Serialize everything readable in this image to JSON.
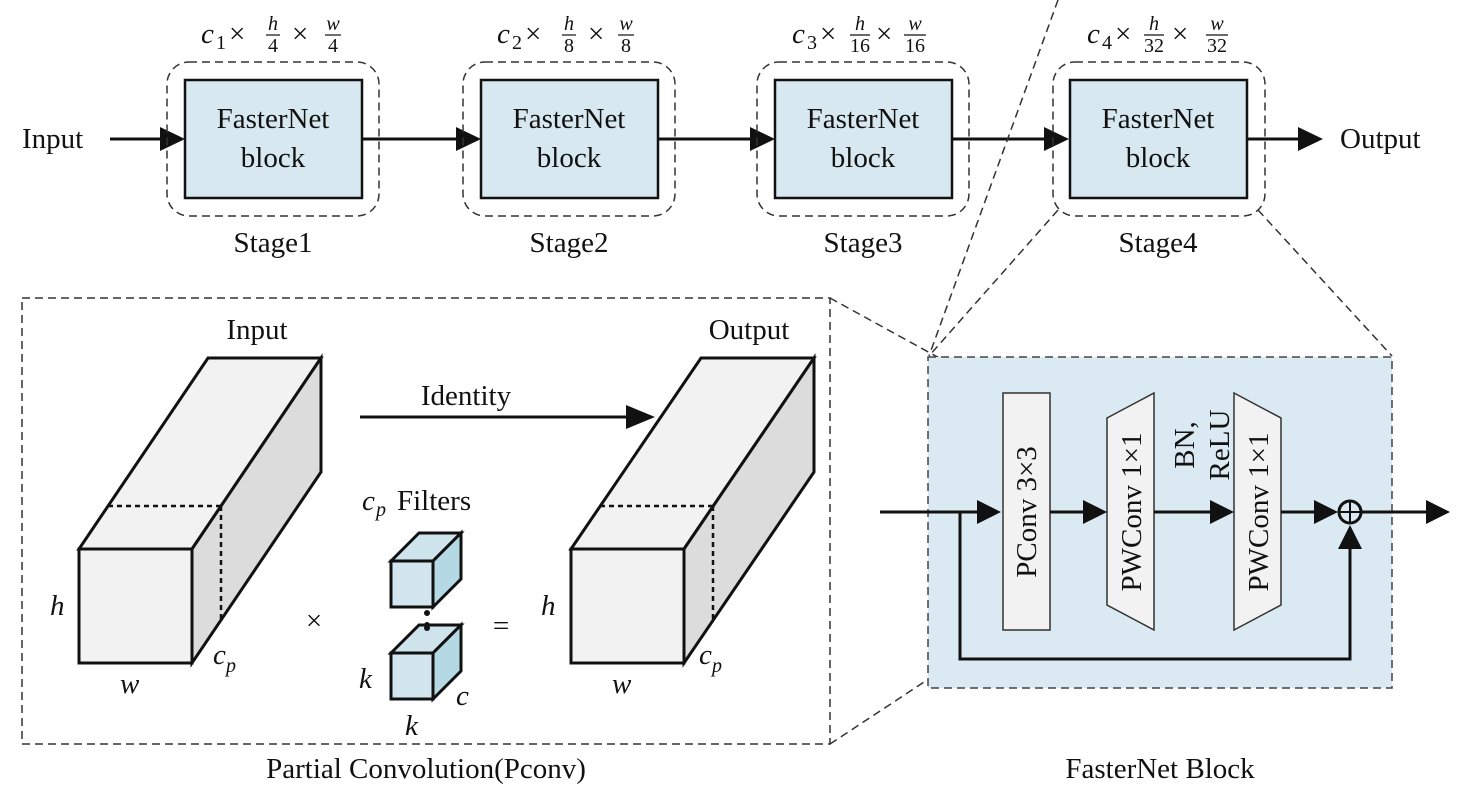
{
  "pipeline": {
    "input_label": "Input",
    "output_label": "Output",
    "stages": [
      {
        "name": "Stage1",
        "block_line1": "FasterNet",
        "block_line2": "block",
        "c": "c",
        "c_sub": "1",
        "h_num": "h",
        "h_den": "4",
        "w_num": "w",
        "w_den": "4"
      },
      {
        "name": "Stage2",
        "block_line1": "FasterNet",
        "block_line2": "block",
        "c": "c",
        "c_sub": "2",
        "h_num": "h",
        "h_den": "8",
        "w_num": "w",
        "w_den": "8"
      },
      {
        "name": "Stage3",
        "block_line1": "FasterNet",
        "block_line2": "block",
        "c": "c",
        "c_sub": "3",
        "h_num": "h",
        "h_den": "16",
        "w_num": "w",
        "w_den": "16"
      },
      {
        "name": "Stage4",
        "block_line1": "FasterNet",
        "block_line2": "block",
        "c": "c",
        "c_sub": "4",
        "h_num": "h",
        "h_den": "32",
        "w_num": "w",
        "w_den": "32"
      }
    ],
    "times": "×"
  },
  "pconv": {
    "caption": "Partial Convolution(Pconv)",
    "input_label": "Input",
    "output_label": "Output",
    "identity_label": "Identity",
    "filters_c": "c",
    "filters_sub": "p",
    "filters_label": "Filters",
    "dim_h": "h",
    "dim_w": "w",
    "dim_c": "c",
    "dim_c_sub": "p",
    "kernel_k": "k",
    "kernel_c": "c",
    "times": "×",
    "equals": "="
  },
  "block": {
    "caption": "FasterNet Block",
    "layer1": "PConv 3×3",
    "layer2": "PWConv 1×1",
    "act_line1": "BN,",
    "act_line2": "ReLU",
    "layer3": "PWConv 1×1",
    "add_symbol": "⊕"
  },
  "colors": {
    "block_fill": "#d7e8f0",
    "panel_fill": "#dbeaf2",
    "cuboid_front": "#f2f2f2",
    "cuboid_side": "#dcdcdc",
    "filter_front": "#d3e6ef",
    "filter_side": "#b5d8e5",
    "layer_fill": "#f2f2f2"
  }
}
